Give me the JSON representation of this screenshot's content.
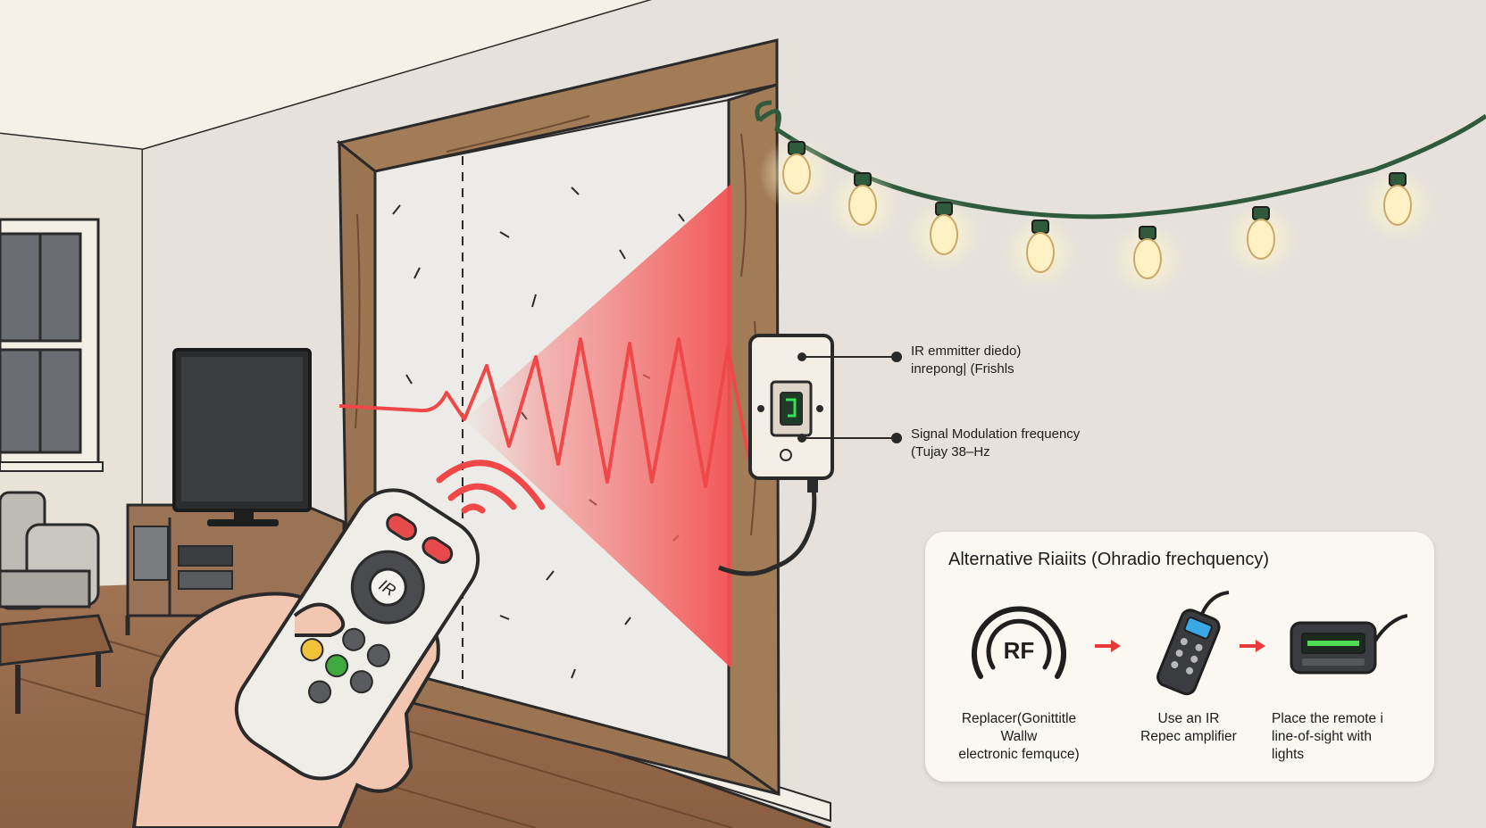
{
  "callouts": {
    "emitter": {
      "line1": "IR emmitter diedo)",
      "line2": "inrepong| (Frishls"
    },
    "modulation": {
      "line1": "Signal Modulation frequency",
      "line2": "(Tujay 38–Hz"
    }
  },
  "remote": {
    "center_label": "IR"
  },
  "panel": {
    "title": "Alternative Riaiits (Ohradio frechquency)",
    "rf_label": "RF",
    "steps": [
      {
        "icon": "rf-signal-icon",
        "caption": [
          "Replacer(Gonittitle",
          "Wallw",
          "electronic femquce)"
        ]
      },
      {
        "icon": "ir-repeater-remote-icon",
        "caption": [
          "Use an IR",
          "Repec amplifier"
        ]
      },
      {
        "icon": "ir-receiver-device-icon",
        "caption": [
          "Place the remote i",
          "line-of-sight with",
          "lights"
        ]
      }
    ]
  },
  "colors": {
    "ir_beam": "#f04848",
    "wall": "#e6e1da",
    "wood_frame": "#9b7b5c",
    "panel_bg": "#fbf8f2",
    "light_wire": "#2f5a3c",
    "bulb_glow": "#fff2c8",
    "arrow_red": "#e83a3a"
  }
}
